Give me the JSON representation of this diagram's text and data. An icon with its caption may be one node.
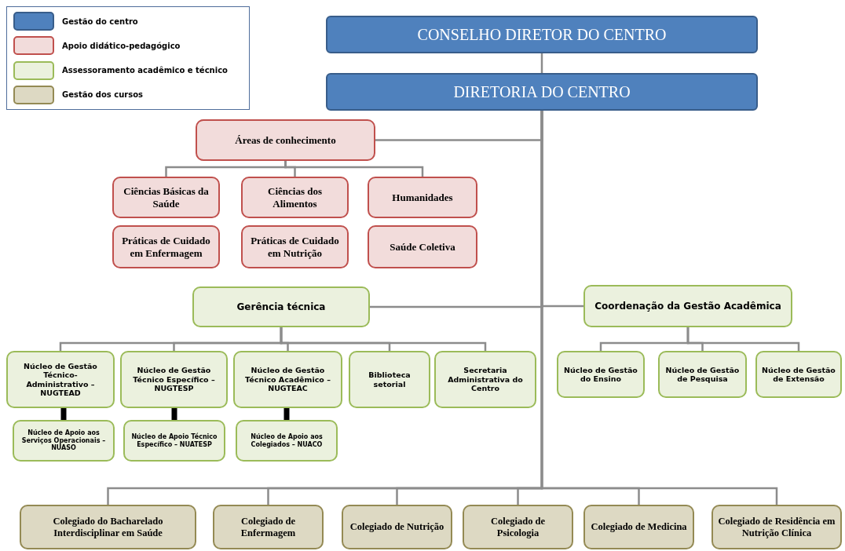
{
  "diagram": {
    "nodes": [
      {
        "text": [
          "CONSELHO DIRETOR DO CENTRO"
        ]
      },
      {
        "text": [
          "DIRETORIA DO CENTRO"
        ]
      },
      {
        "text": [
          "Áreas de conhecimento"
        ]
      },
      {
        "text": [
          "Ciências Básicas da Saúde"
        ]
      },
      {
        "text": [
          "Ciências dos Alimentos"
        ]
      },
      {
        "text": [
          "Humanidades"
        ]
      },
      {
        "text": [
          "Práticas de Cuidado em Enfermagem"
        ]
      },
      {
        "text": [
          "Práticas de Cuidado em Nutrição"
        ]
      },
      {
        "text": [
          "Saúde Coletiva"
        ]
      },
      {
        "text": [
          "Gerência técnica"
        ]
      },
      {
        "text": [
          "Coordenação da Gestão Acadêmica"
        ]
      },
      {
        "text": [
          "Núcleo de Gestão Técnico-Administrativo – NUGTEAD"
        ]
      },
      {
        "text": [
          "Núcleo de Gestão Técnico Específico – NUGTESP"
        ]
      },
      {
        "text": [
          "Núcleo de Gestão Técnico Acadêmico – NUGTEAC"
        ]
      },
      {
        "text": [
          "Biblioteca setorial"
        ]
      },
      {
        "text": [
          "Secretaria Administrativa do Centro"
        ]
      },
      {
        "text": [
          "Núcleo de Gestão do Ensino"
        ]
      },
      {
        "text": [
          "Núcleo de Gestão de Pesquisa"
        ]
      },
      {
        "text": [
          "Núcleo de Gestão de Extensão"
        ]
      },
      {
        "text": [
          "Núcleo de Apoio aos Serviços Operacionais – NUASO"
        ]
      },
      {
        "text": [
          "Núcleo de Apoio Técnico Específico – NUATESP"
        ]
      },
      {
        "text": [
          "Núcleo de Apoio aos Colegiados – NUACO"
        ]
      },
      {
        "text": [
          "Colegiado do Bacharelado Interdisciplinar em Saúde"
        ]
      },
      {
        "text": [
          "Colegiado de Enfermagem"
        ]
      },
      {
        "text": [
          "Colegiado de Nutrição"
        ]
      },
      {
        "text": [
          "Colegiado de Psicologia"
        ]
      },
      {
        "text": [
          "Colegiado de Medicina"
        ]
      },
      {
        "text": [
          "Colegiado de Residência em Nutrição Clínica"
        ]
      }
    ],
    "edges": [
      {
        "from": 0,
        "to": 1,
        "arrow": "none"
      },
      {
        "from": 1,
        "to": 2,
        "arrow": "none"
      },
      {
        "from": 2,
        "to": 3,
        "arrow": "none"
      },
      {
        "from": 2,
        "to": 4,
        "arrow": "none"
      },
      {
        "from": 2,
        "to": 5,
        "arrow": "none"
      },
      {
        "from": 1,
        "to": 9,
        "arrow": "none"
      },
      {
        "from": 1,
        "to": 10,
        "arrow": "none"
      },
      {
        "from": 9,
        "to": 11,
        "arrow": "none"
      },
      {
        "from": 9,
        "to": 12,
        "arrow": "none"
      },
      {
        "from": 9,
        "to": 13,
        "arrow": "none"
      },
      {
        "from": 9,
        "to": 14,
        "arrow": "none"
      },
      {
        "from": 9,
        "to": 15,
        "arrow": "none"
      },
      {
        "from": 10,
        "to": 16,
        "arrow": "none"
      },
      {
        "from": 10,
        "to": 17,
        "arrow": "none"
      },
      {
        "from": 10,
        "to": 18,
        "arrow": "none"
      },
      {
        "from": 11,
        "to": 19,
        "arrow": "none",
        "style": "thick",
        "color": "#000000"
      },
      {
        "from": 12,
        "to": 20,
        "arrow": "none",
        "style": "thick",
        "color": "#000000"
      },
      {
        "from": 13,
        "to": 21,
        "arrow": "none",
        "style": "thick",
        "color": "#000000"
      },
      {
        "from": 1,
        "to": 22,
        "arrow": "none"
      },
      {
        "from": 1,
        "to": 23,
        "arrow": "none"
      },
      {
        "from": 1,
        "to": 24,
        "arrow": "none"
      },
      {
        "from": 1,
        "to": 25,
        "arrow": "none"
      },
      {
        "from": 1,
        "to": 26,
        "arrow": "none"
      },
      {
        "from": 1,
        "to": 27,
        "arrow": "none"
      }
    ],
    "legend": [
      {
        "text": "Gestão do centro",
        "color": "#4f81bd"
      },
      {
        "text": "Apoio didático-pedagógico",
        "color": "#f2dcdb"
      },
      {
        "text": "Assessoramento acadêmico e técnico",
        "color": "#ebf1de"
      },
      {
        "text": "Gestão dos cursos",
        "color": "#ddd9c3"
      }
    ]
  }
}
